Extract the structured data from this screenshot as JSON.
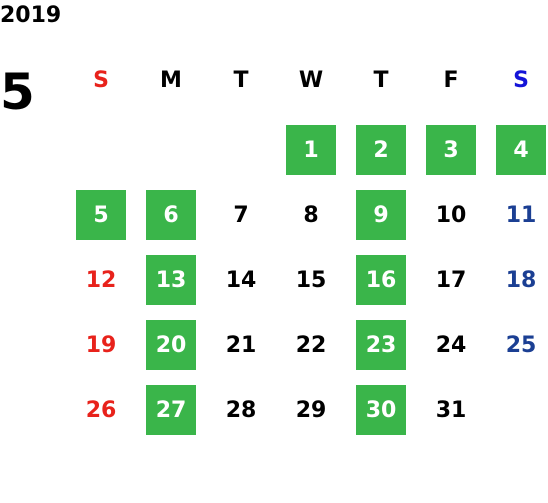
{
  "calendar": {
    "year": "2019",
    "month": "5",
    "weekdays": [
      "S",
      "M",
      "T",
      "W",
      "T",
      "F",
      "S"
    ],
    "start_weekday_index": 3,
    "days_in_month": 31,
    "highlighted_days": [
      1,
      2,
      3,
      4,
      5,
      6,
      9,
      13,
      16,
      20,
      23,
      27,
      30
    ],
    "colors": {
      "highlight_bg": "#3ab54a",
      "highlight_text": "#ffffff",
      "sunday": "#e8221b",
      "saturday_header": "#1414d8",
      "saturday": "#1b3f93",
      "weekday": "#000000"
    }
  }
}
